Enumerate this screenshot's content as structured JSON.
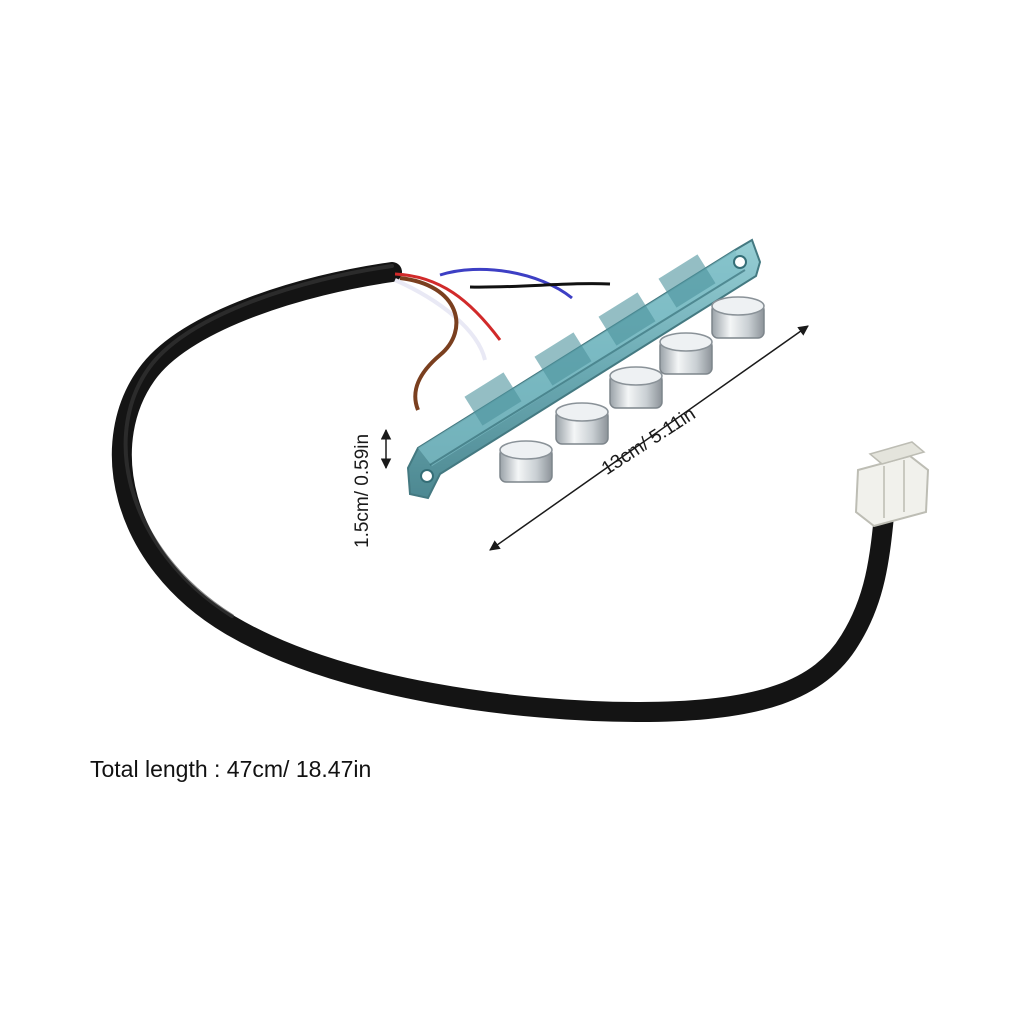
{
  "labels": {
    "width_dimension": "13cm/ 5.11in",
    "height_dimension": "1.5cm/ 0.59in",
    "total_length": "Total length : 47cm/ 18.47in"
  },
  "colors": {
    "background": "#ffffff",
    "cable": "#141414",
    "panel": "#5fa3ad",
    "wire_red": "#d12a2a",
    "wire_blue": "#3d3fc4",
    "wire_brown": "#7a3f1f",
    "wire_white": "#e9e9f5",
    "connector": "#f1f1ec",
    "button": "#d9dde0"
  },
  "product": {
    "button_count": 5
  }
}
